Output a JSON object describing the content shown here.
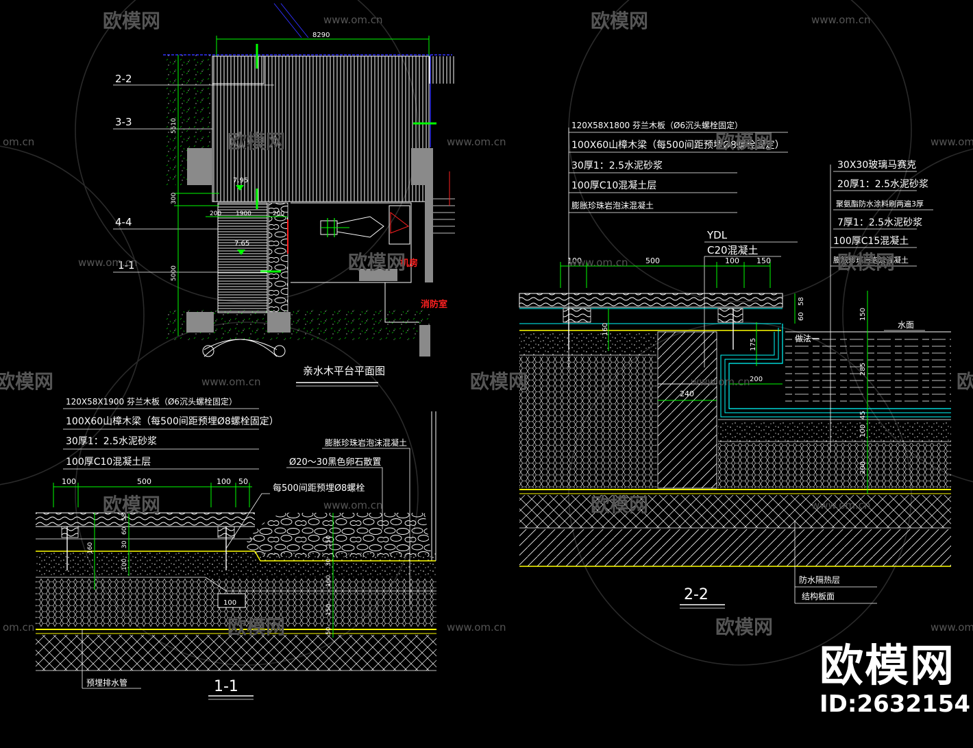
{
  "colors": {
    "line": "#ffffff",
    "dim": "#00ff00",
    "cyan": "#00ffff",
    "yellow": "#ffff00",
    "red": "#ff2020",
    "blue": "#3030ff",
    "watermark": "#4a4a4a"
  },
  "watermark": {
    "brand": "欧模网",
    "site": "www.om.cn",
    "site_partial": "om.cn",
    "id": "ID:2632154"
  },
  "plan": {
    "title": "亲水木平台平面图",
    "width_dim": "8290",
    "section_marks": [
      "2-2",
      "3-3",
      "4-4",
      "1-1"
    ],
    "dims_v": [
      "5510",
      "300",
      "5000"
    ],
    "dims_h": [
      "200",
      "1900",
      "200"
    ],
    "levels": [
      "7.95",
      "7.65"
    ],
    "room_red_1": "机房",
    "room_red_2": "消防室"
  },
  "section11": {
    "title": "1-1",
    "labels": [
      "120X58X1900 芬兰木板（Ø6沉头螺栓固定）",
      "100X60山樟木梁（每500间距预埋Ø8螺栓固定）",
      "30厚1：2.5水泥砂浆",
      "100厚C10混凝土层"
    ],
    "dims_top": [
      "100",
      "500",
      "100",
      "50"
    ],
    "callout_right_1": "膨胀珍珠岩泡沫混凝土",
    "callout_right_2": "Ø20～30黑色卵石散置",
    "callout_right_3": "每500间距预埋Ø8螺栓",
    "dims_left": [
      "58",
      "60",
      "30",
      "100",
      "160"
    ],
    "dims_mid": [
      "150",
      "30",
      "100",
      "150",
      "50"
    ],
    "dim_pipe": "100",
    "bottom_label": "预埋排水管"
  },
  "section22": {
    "title": "2-2",
    "labels": [
      "120X58X1800 芬兰木板（Ø6沉头螺栓固定）",
      "100X60山樟木梁（每500间距预埋Ø8螺栓固定）",
      "30厚1：2.5水泥砂浆",
      "100厚C10混凝土层",
      "膨胀珍珠岩泡沫混凝土"
    ],
    "ydl": "YDL",
    "c20": "C20混凝土",
    "dims_top": [
      "100",
      "500",
      "100",
      "150"
    ],
    "right_labels": [
      "30X30玻璃马赛克",
      "20厚1：2.5水泥砂浆",
      "聚氨酯防水涂料刷两遍3厚",
      "7厚1：2.5水泥砂浆",
      "100厚C15混凝土",
      "膨胀珍珠岩泡沫混凝土"
    ],
    "dims_side": [
      "58",
      "60"
    ],
    "dim_160": "160",
    "dim_175": "175",
    "dim_200": "200",
    "dim_240": "240",
    "water": "水面",
    "practice": "做法一",
    "dims_right": [
      "150",
      "285",
      "100",
      "45",
      "200"
    ],
    "bottom_labels": [
      "防水隔热层",
      "结构板面"
    ]
  }
}
